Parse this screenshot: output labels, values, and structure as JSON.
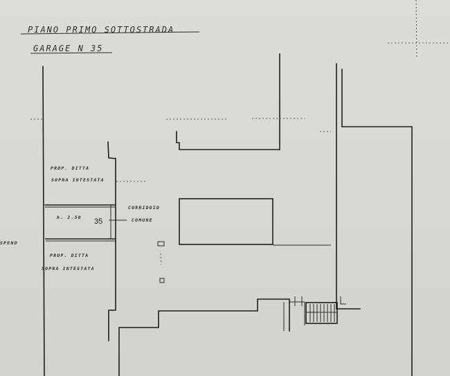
{
  "header": {
    "title": "PIANO PRIMO SOTTOSTRADA",
    "subtitle": "GARAGE N 35"
  },
  "plan": {
    "owner_note_top": [
      "PROP. DITTA",
      "SOPRA INTESTATA"
    ],
    "owner_note_bottom": [
      "PROP. DITTA",
      "SOPRA INTESTATA"
    ],
    "height_label": "h. 2.50",
    "garage_number": "35",
    "corridor_label": [
      "CORRIDOIO",
      "COMUNE"
    ],
    "edge_fragment": "SPENO"
  }
}
